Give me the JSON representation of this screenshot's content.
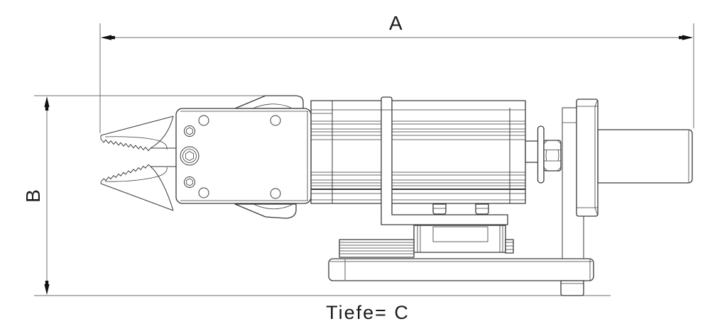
{
  "labels": {
    "dimension_width": "A",
    "dimension_height": "B",
    "depth_note": "Tiefe= C"
  },
  "colors": {
    "background": "#ffffff",
    "drawing_line": "#3a3a3a",
    "dimension_line": "#6e6e6e",
    "label_text": "#1a1a1a"
  }
}
